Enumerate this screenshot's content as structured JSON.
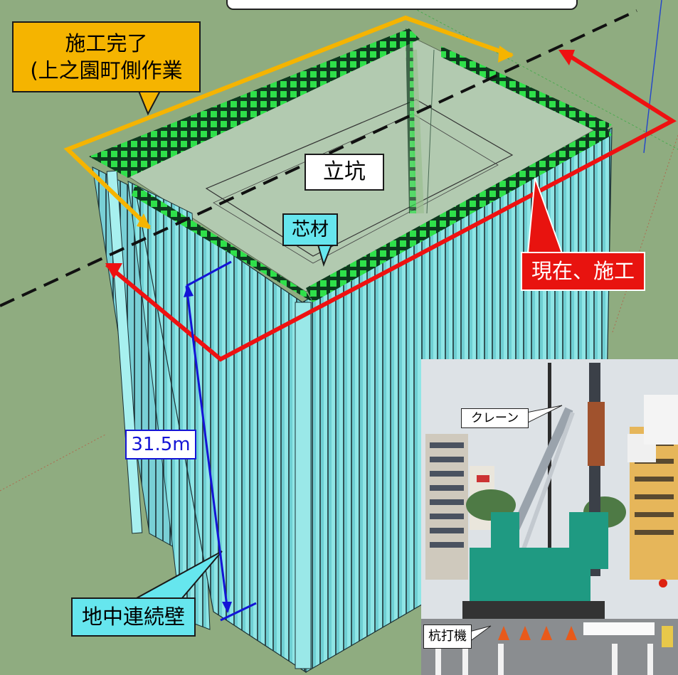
{
  "labels": {
    "completed_line1": "施工完了",
    "completed_line2": "(上之園町側作業",
    "shaft": "立坑",
    "core": "芯材",
    "current": "現在、施工",
    "depth": "31.5m",
    "wall": "地中連続壁",
    "crane": "クレーン",
    "pile_driver": "杭打機"
  },
  "colors": {
    "background": "#8fac80",
    "wall": "#8fe6e6",
    "completed_arrow": "#f5b400",
    "current_arrow": "#ee1111",
    "dimension": "#1414d6",
    "core_tops": "#1fd64a"
  }
}
